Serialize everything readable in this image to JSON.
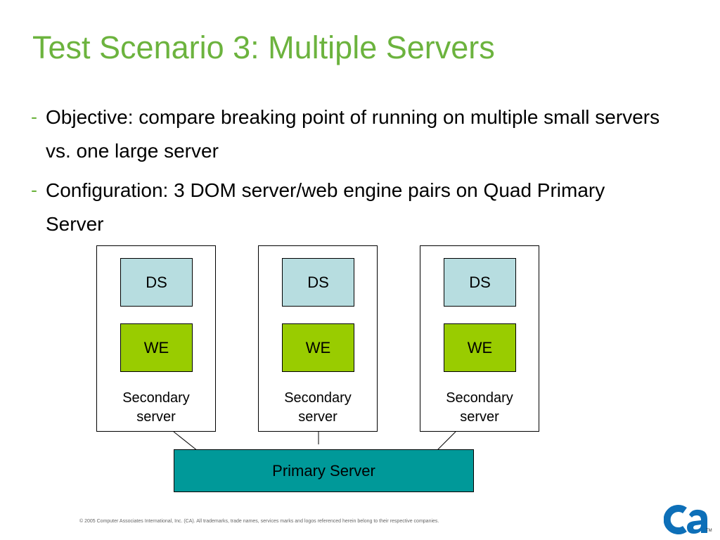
{
  "slide": {
    "title": "Test Scenario 3: Multiple Servers",
    "bullet_marker": "-",
    "bullets": [
      "Objective: compare breaking point of running on multiple small servers vs. one large server",
      "Configuration: 3 DOM server/web engine pairs on Quad Primary Server"
    ]
  },
  "diagram": {
    "servers": [
      {
        "ds": "DS",
        "we": "WE",
        "label": "Secondary\nserver"
      },
      {
        "ds": "DS",
        "we": "WE",
        "label": "Secondary\nserver"
      },
      {
        "ds": "DS",
        "we": "WE",
        "label": "Secondary\nserver"
      }
    ],
    "primary": "Primary Server"
  },
  "footer": {
    "copyright": "© 2005 Computer Associates International, Inc. (CA). All trademarks, trade names, services marks and logos referenced herein belong to their respective companies.",
    "logo": "ca",
    "tm": "TM"
  },
  "colors": {
    "title": "#6cb33e",
    "ds_fill": "#b7dde0",
    "we_fill": "#99cc00",
    "primary_fill": "#009999",
    "logo": "#0d6fb8"
  }
}
